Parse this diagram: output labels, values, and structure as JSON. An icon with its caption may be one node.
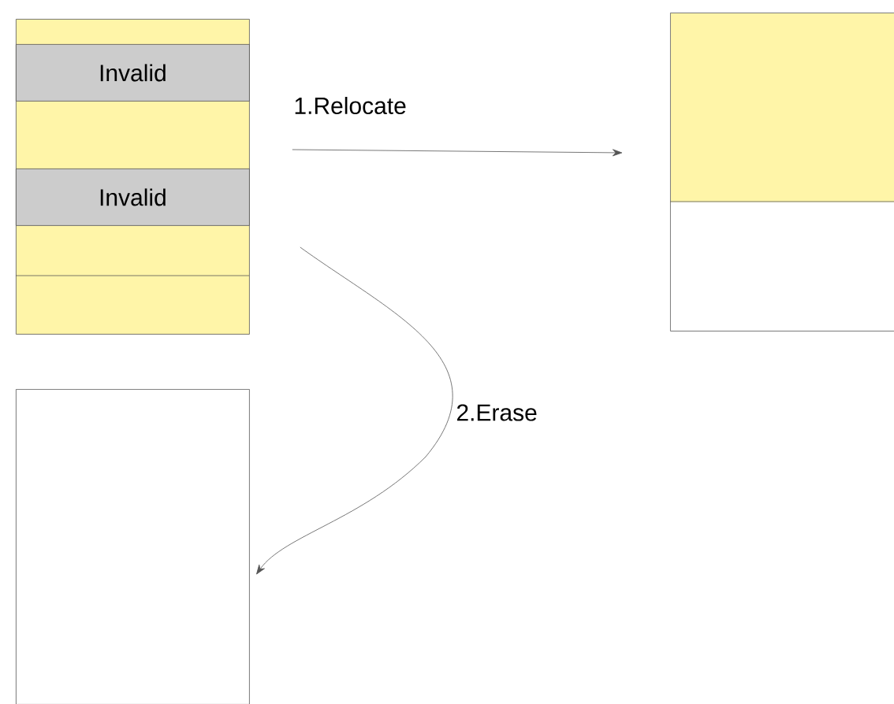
{
  "diagram": {
    "nodes": [
      {
        "text": [],
        "shape": "box"
      },
      {
        "text": [
          "Invalid"
        ],
        "in": 0
      },
      {
        "text": [
          "Invalid"
        ],
        "in": 0
      },
      {
        "text": [],
        "shape": "box"
      },
      {
        "text": [],
        "shape": "box"
      }
    ],
    "edges": [
      {
        "from": 0,
        "to": 3,
        "arrow": "to",
        "label": "1.Relocate"
      },
      {
        "from": 0,
        "to": 4,
        "arrow": "to",
        "label": "2.Erase"
      }
    ]
  }
}
